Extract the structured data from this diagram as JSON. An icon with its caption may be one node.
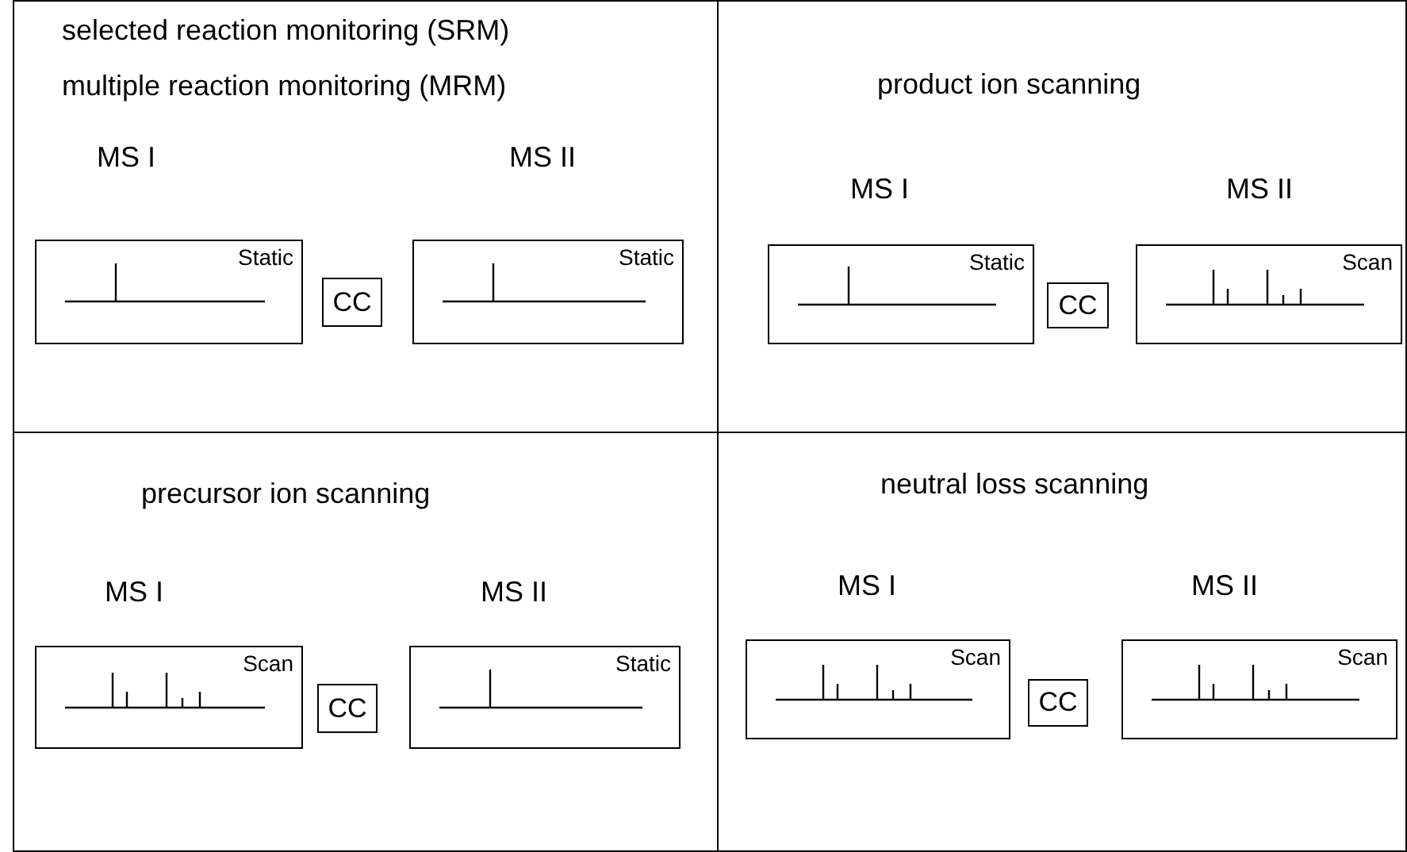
{
  "diagram": {
    "nodes": [
      {
        "text": [
          "selected reaction monitoring (SRM)",
          "multiple reaction monitoring (MRM)"
        ]
      },
      {
        "text": [
          "MS I",
          "Static"
        ],
        "in": 0
      },
      {
        "text": [
          "CC"
        ],
        "in": 0
      },
      {
        "text": [
          "MS II",
          "Static"
        ],
        "in": 0
      },
      {
        "text": [
          "product ion scanning"
        ]
      },
      {
        "text": [
          "MS I",
          "Static"
        ],
        "in": 4
      },
      {
        "text": [
          "CC"
        ],
        "in": 4
      },
      {
        "text": [
          "MS II",
          "Scan"
        ],
        "in": 4
      },
      {
        "text": [
          "precursor ion scanning"
        ]
      },
      {
        "text": [
          "MS I",
          "Scan"
        ],
        "in": 8
      },
      {
        "text": [
          "CC"
        ],
        "in": 8
      },
      {
        "text": [
          "MS II",
          "Static"
        ],
        "in": 8
      },
      {
        "text": [
          "neutral loss scanning"
        ]
      },
      {
        "text": [
          "MS I",
          "Scan"
        ],
        "in": 12
      },
      {
        "text": [
          "CC"
        ],
        "in": 12
      },
      {
        "text": [
          "MS II",
          "Scan"
        ],
        "in": 12
      }
    ]
  }
}
